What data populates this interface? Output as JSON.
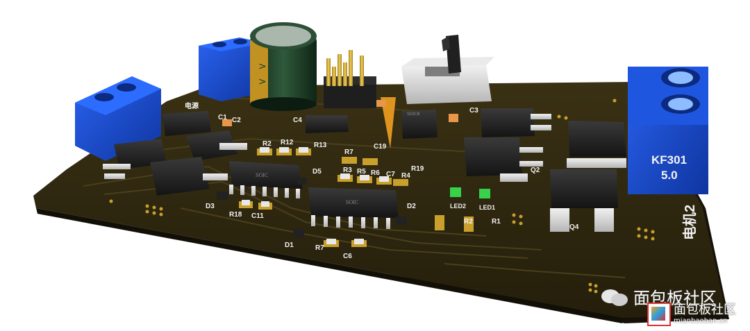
{
  "board": {
    "terminal_label": [
      "KF301",
      "5.0"
    ],
    "motor_label": "电机2",
    "left_label": "电源",
    "ic_marking": "SOIC",
    "small_ic_marking": "SOIC8",
    "designators": [
      "D1",
      "D2",
      "D3",
      "D5",
      "R7",
      "C6",
      "R18",
      "C11",
      "R3",
      "R5",
      "R6",
      "C7",
      "R4",
      "R19",
      "C19",
      "R7",
      "R2",
      "R12",
      "R13",
      "Q2",
      "Q4",
      "C3",
      "C4",
      "C2",
      "C1",
      "LED2",
      "LED1",
      "R1",
      "R2"
    ]
  },
  "watermark": {
    "main_text": "面包板社区",
    "logo_text": "面包板社区",
    "url": "mianbaoban.cn"
  },
  "colors": {
    "pcb": "#2b2410",
    "pcb_edge": "#1a1608",
    "terminal_blue": "#1546c8",
    "ic_black": "#1c1c1c",
    "pad_gold": "#c9a02c",
    "silk": "#f2f2f2",
    "capacitor_green": "#1d3a24",
    "capacitor_gold": "#b88a1a",
    "led_green": "#37d14a"
  }
}
